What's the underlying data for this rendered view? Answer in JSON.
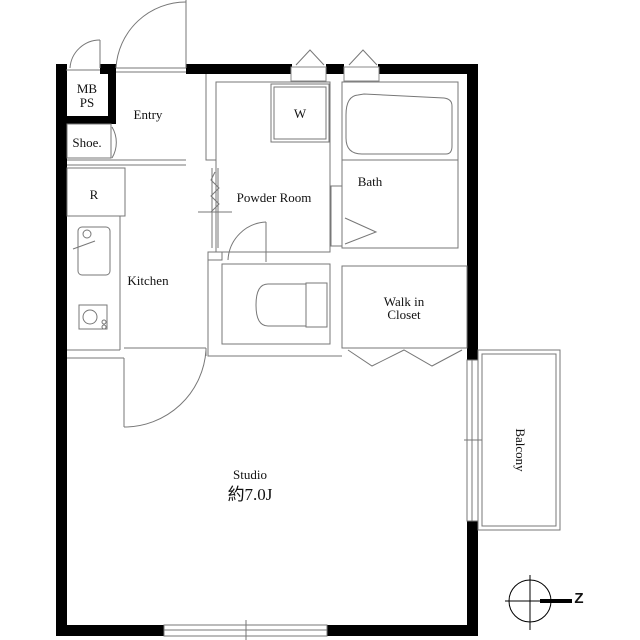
{
  "floorplan": {
    "rooms": {
      "mbps": {
        "line1": "MB",
        "line2": "PS"
      },
      "entry": "Entry",
      "shoe": "Shoe.",
      "refrigerator": "R",
      "kitchen": "Kitchen",
      "washer": "W",
      "powder_room": "Powder Room",
      "bath": "Bath",
      "walk_in_closet": {
        "line1": "Walk in",
        "line2": "Closet"
      },
      "balcony": "Balcony",
      "studio": {
        "name": "Studio",
        "size": "約7.0J"
      }
    },
    "compass": {
      "label": "Z"
    },
    "colors": {
      "wall": "#000000",
      "line": "#777777",
      "background": "#ffffff"
    }
  }
}
